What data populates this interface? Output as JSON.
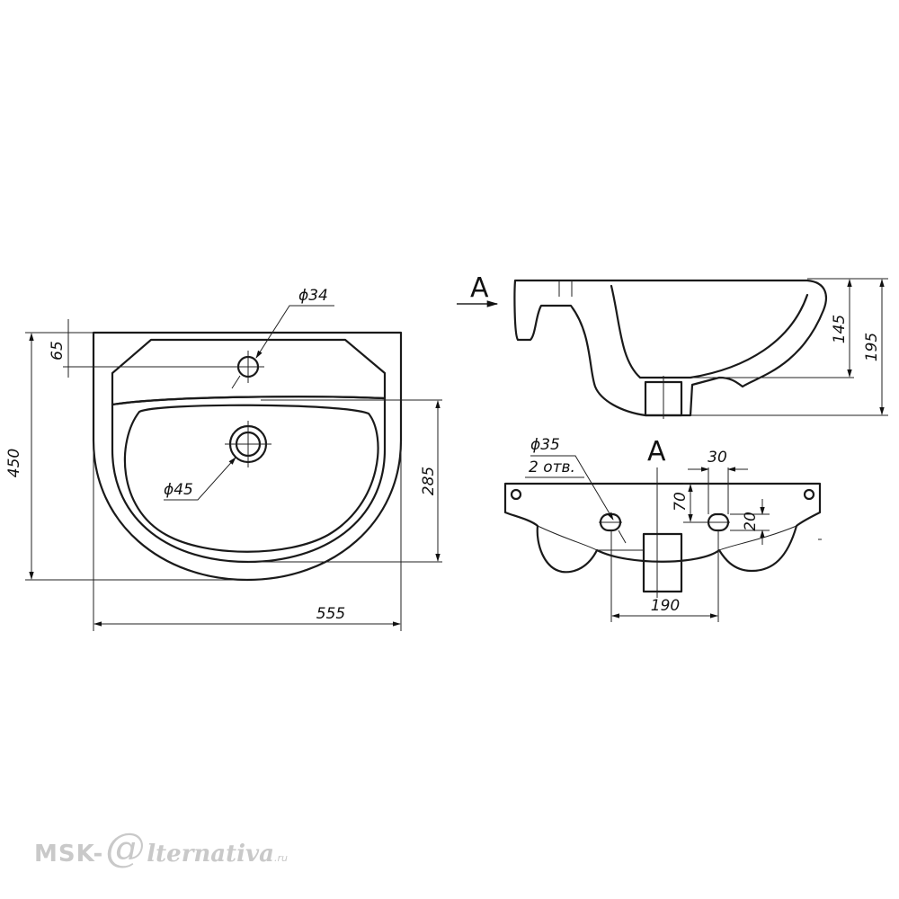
{
  "top_view": {
    "dim_width": "555",
    "dim_height": "450",
    "dim_bowl": "285",
    "dim_tap_offset": "65",
    "dim_tap_hole": "ϕ34",
    "dim_drain": "ϕ45"
  },
  "side_view": {
    "view_label": "A",
    "dim_depth_bowl": "145",
    "dim_depth_total": "195"
  },
  "front_view": {
    "view_label": "A",
    "dim_mount_hole": "ϕ35",
    "dim_mount_count": "2 отв.",
    "dim_hole_spacing": "190",
    "dim_hole_height": "70",
    "dim_slot_width": "30",
    "dim_slot_height": "20"
  },
  "watermark": {
    "brand": "MSK-",
    "at_symbol": "@",
    "rest": "lternativa",
    "tld": ".ru"
  }
}
